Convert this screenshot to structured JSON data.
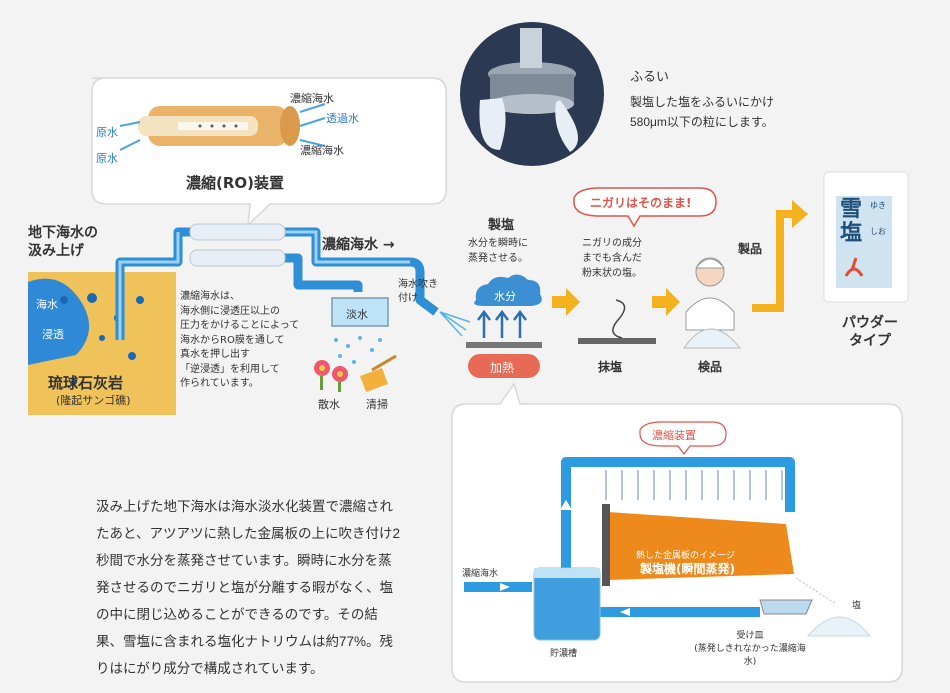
{
  "ro": {
    "label": "濃縮(RO)装置",
    "in_top": "原水",
    "in_bottom": "原水",
    "out_top": "濃縮海水",
    "out_mid": "透過水",
    "out_bottom": "濃縮海水"
  },
  "pump": {
    "title_1": "地下海水の",
    "title_2": "汲み上げ",
    "seawater": "海水",
    "seep": "浸透",
    "rock": "琉球石灰岩",
    "rock_sub": "(隆起サンゴ礁)"
  },
  "flow": {
    "concentrated": "濃縮海水",
    "spray": "海水吹き付け",
    "fresh": "淡水",
    "sprinkle": "散水",
    "clean": "清掃"
  },
  "ro_note": [
    "濃縮海水は、",
    "海水側に浸透圧以上の",
    "圧力をかけることによって",
    "海水からRO膜を通して",
    "真水を押し出す",
    "「逆浸透」を利用して",
    "作られています。"
  ],
  "salt": {
    "title": "製塩",
    "desc_1": "水分を瞬時に",
    "desc_2": "蒸発させる。",
    "moisture": "水分",
    "heat": "加熱"
  },
  "nigari": {
    "callout": "ニガリはそのまま!",
    "desc_1": "ニガリの成分",
    "desc_2": "までも含んだ",
    "desc_3": "粉末状の塩。",
    "stir": "抹塩",
    "inspect": "検品"
  },
  "product": {
    "label": "製品",
    "type_1": "パウダー",
    "type_2": "タイプ",
    "pkg_main": "雪塩",
    "pkg_reading_1": "ゆき",
    "pkg_reading_2": "しお"
  },
  "sieve": {
    "title": "ふるい",
    "desc_1": "製塩した塩をふるいにかけ",
    "desc_2": "580μm以下の粒にします。"
  },
  "concentrator": {
    "title": "濃縮装置",
    "inlet": "濃縮海水",
    "plate_note": "熱した金属板のイメージ",
    "furnace": "製塩機(瞬間蒸発)",
    "tank": "貯濃槽",
    "tray_1": "受け皿",
    "tray_2": "(蒸発しきれなかった濃縮海水)",
    "salt": "塩"
  },
  "body_text": [
    "汲み上げた地下海水は海水淡水化装置で濃縮され",
    "たあと、アツアツに熱した金属板の上に吹き付け2",
    "秒間で水分を蒸発させています。瞬時に水分を蒸",
    "発させるのでニガリと塩が分離する暇がなく、塩",
    "の中に閉じ込めることができるのです。その結",
    "果、雪塩に含まれる塩化ナトリウムは約77%。残",
    "りはにがり成分で構成されています。"
  ]
}
